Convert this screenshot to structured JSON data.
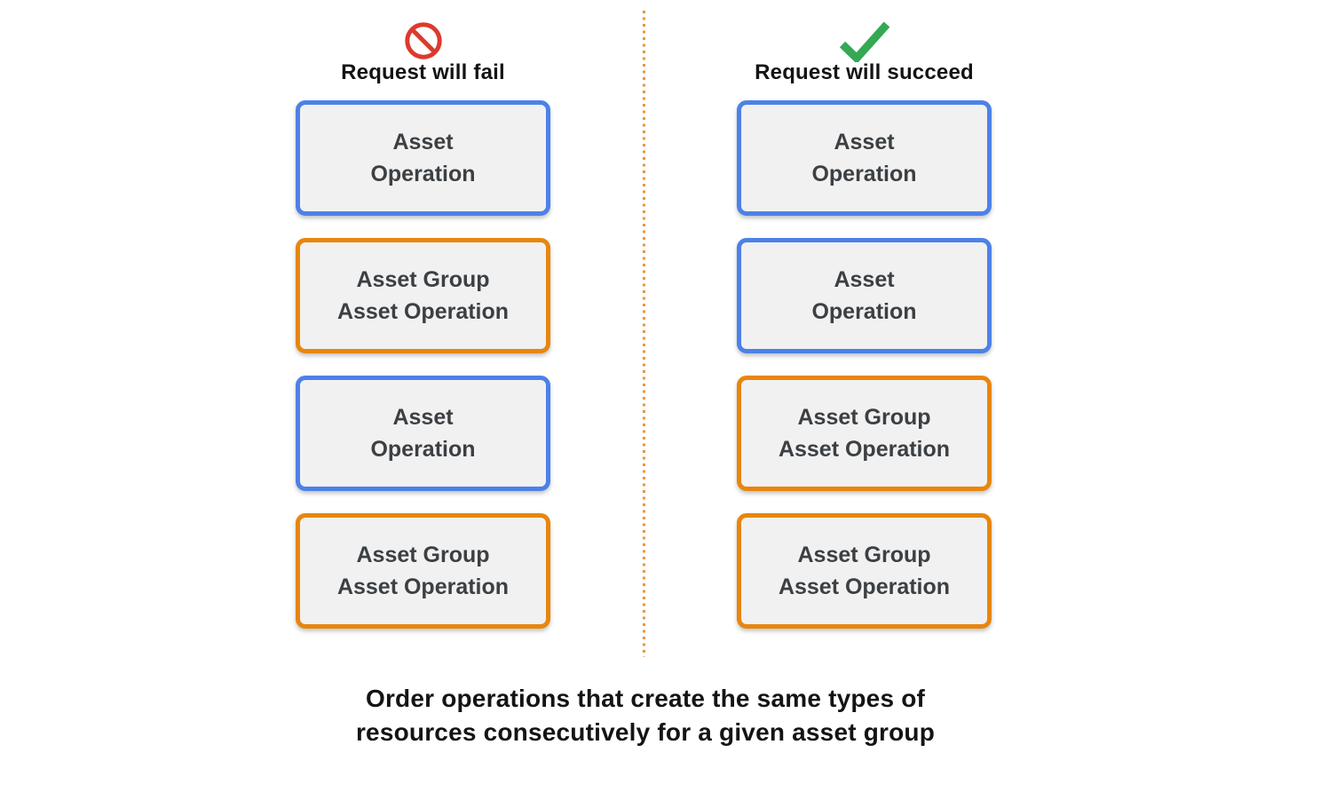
{
  "columns": [
    {
      "title": "Request will fail",
      "icon": "prohibition-icon",
      "boxes": [
        {
          "variant": "blue",
          "lines": [
            "Asset",
            "Operation"
          ]
        },
        {
          "variant": "orange",
          "lines": [
            "Asset Group",
            "Asset Operation"
          ]
        },
        {
          "variant": "blue",
          "lines": [
            "Asset",
            "Operation"
          ]
        },
        {
          "variant": "orange",
          "lines": [
            "Asset Group",
            "Asset Operation"
          ]
        }
      ]
    },
    {
      "title": "Request will succeed",
      "icon": "checkmark-icon",
      "boxes": [
        {
          "variant": "blue",
          "lines": [
            "Asset",
            "Operation"
          ]
        },
        {
          "variant": "blue",
          "lines": [
            "Asset",
            "Operation"
          ]
        },
        {
          "variant": "orange",
          "lines": [
            "Asset Group",
            "Asset Operation"
          ]
        },
        {
          "variant": "orange",
          "lines": [
            "Asset Group",
            "Asset Operation"
          ]
        }
      ]
    }
  ],
  "caption": {
    "line1": "Order operations that create the same types of",
    "line2": "resources consecutively for a given asset group"
  },
  "colors": {
    "blue_border": "#4d81e7",
    "orange_border": "#e8860d",
    "box_fill": "#f1f1f2",
    "box_text": "#3c4043",
    "fail_icon": "#dc3a2d",
    "success_icon": "#34a853",
    "divider_dot": "#e8963f",
    "heading_text": "#141414"
  }
}
